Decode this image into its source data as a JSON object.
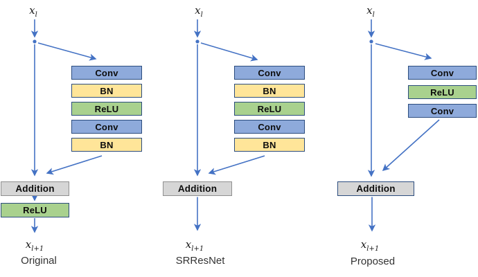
{
  "palette": {
    "conv_fill": "#8EAADB",
    "bn_fill": "#FFE599",
    "relu_fill": "#A9D18E",
    "addition_fill": "#D6D6D6",
    "box_border": "#2B4C7E",
    "addition_border_gray": "#8F8F8F",
    "arrow": "#4472C4"
  },
  "io": {
    "input_base": "x",
    "input_sub": "l",
    "output_base": "x",
    "output_sub": "l+1"
  },
  "columns": [
    {
      "name": "Original",
      "addition_label": "Addition",
      "post_activation_label": "ReLU",
      "stack": [
        {
          "label": "Conv",
          "type": "conv"
        },
        {
          "label": "BN",
          "type": "bn"
        },
        {
          "label": "ReLU",
          "type": "relu"
        },
        {
          "label": "Conv",
          "type": "conv"
        },
        {
          "label": "BN",
          "type": "bn"
        }
      ]
    },
    {
      "name": "SRResNet",
      "addition_label": "Addition",
      "stack": [
        {
          "label": "Conv",
          "type": "conv"
        },
        {
          "label": "BN",
          "type": "bn"
        },
        {
          "label": "ReLU",
          "type": "relu"
        },
        {
          "label": "Conv",
          "type": "conv"
        },
        {
          "label": "BN",
          "type": "bn"
        }
      ]
    },
    {
      "name": "Proposed",
      "addition_label": "Addition",
      "stack": [
        {
          "label": "Conv",
          "type": "conv"
        },
        {
          "label": "ReLU",
          "type": "relu"
        },
        {
          "label": "Conv",
          "type": "conv"
        }
      ]
    }
  ]
}
